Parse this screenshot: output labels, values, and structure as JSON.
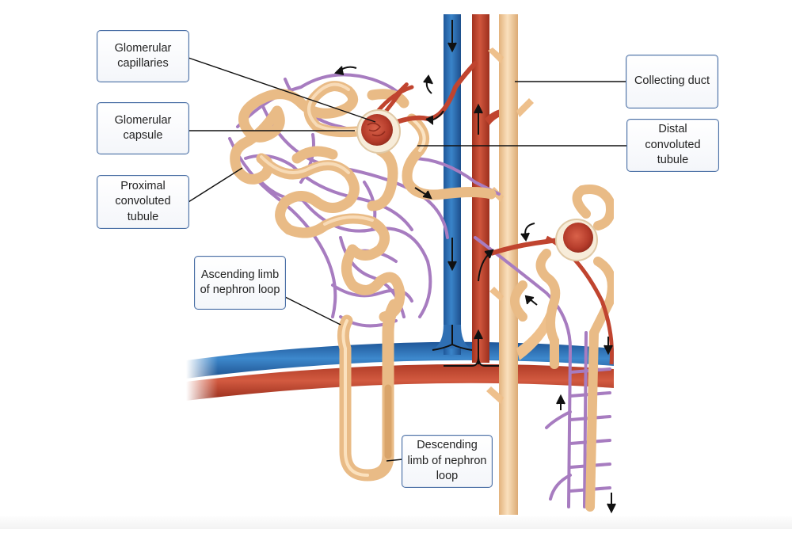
{
  "diagram": {
    "title": "Nephron structure",
    "labels": {
      "glomerular_capillaries": "Glomerular\ncapillaries",
      "glomerular_capsule": "Glomerular\ncapsule",
      "proximal_convoluted_tubule": "Proximal\nconvoluted\ntubule",
      "ascending_limb": "Ascending limb\nof nephron loop",
      "descending_limb": "Descending\nlimb of nephron\nloop",
      "collecting_duct": "Collecting duct",
      "distal_convoluted_tubule": "Distal\nconvoluted\ntubule"
    },
    "colors": {
      "tubule": "#f1c999",
      "tubule_shade": "#d9a46a",
      "vein": "#2f6fb3",
      "artery": "#c0442f",
      "capillary": "#a77cc0",
      "box_border": "#4a6fa5",
      "leader_line": "#111111"
    }
  }
}
